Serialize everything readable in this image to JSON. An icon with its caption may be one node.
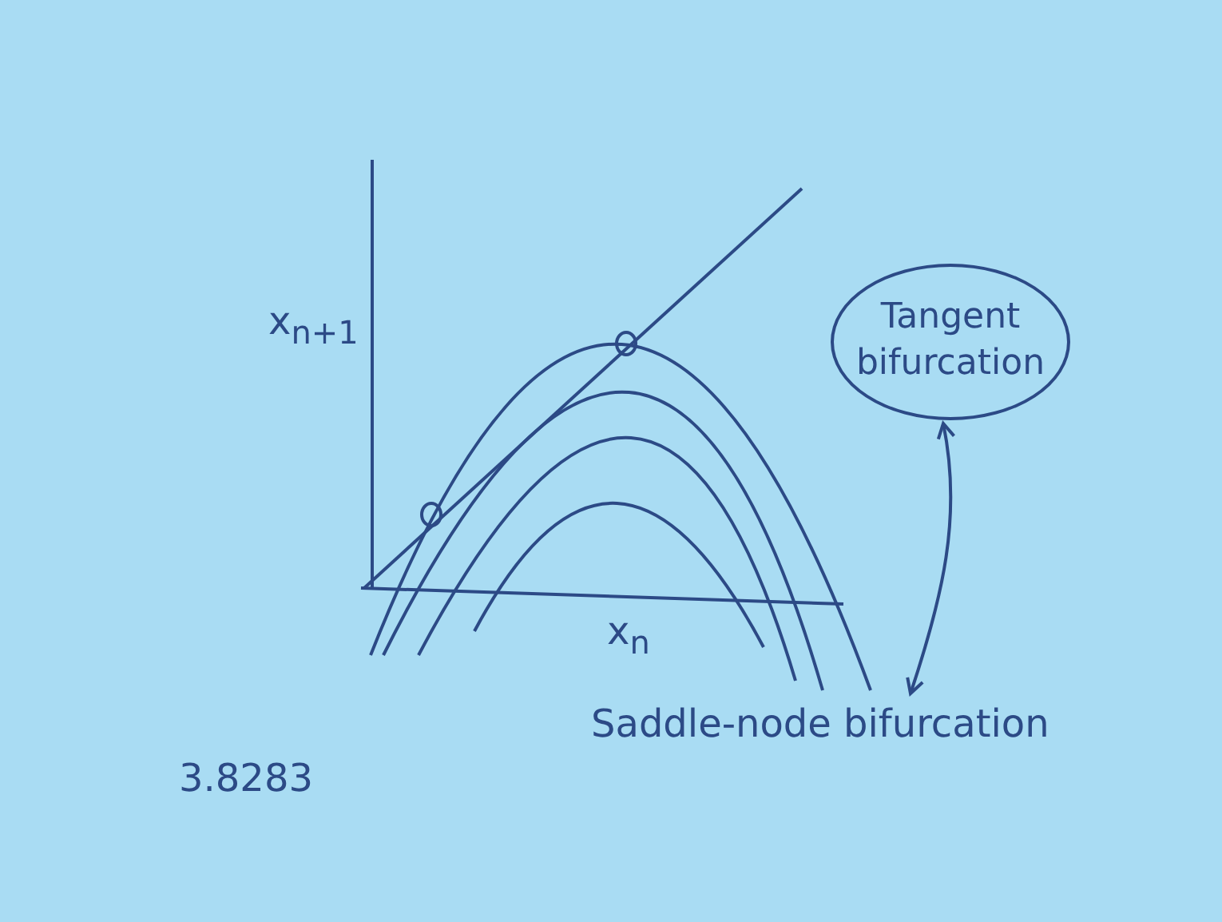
{
  "diagram": {
    "nodes": [
      {
        "text": [
          "Tangent bifurcation"
        ]
      },
      {
        "text": [
          "Saddle-node bifurcation"
        ]
      }
    ],
    "edges": [
      {
        "from": 0,
        "to": 1,
        "arrow": "both"
      }
    ],
    "labels": [
      "x$_{n+1}$",
      "x$_{n}$",
      "3.8283"
    ]
  }
}
